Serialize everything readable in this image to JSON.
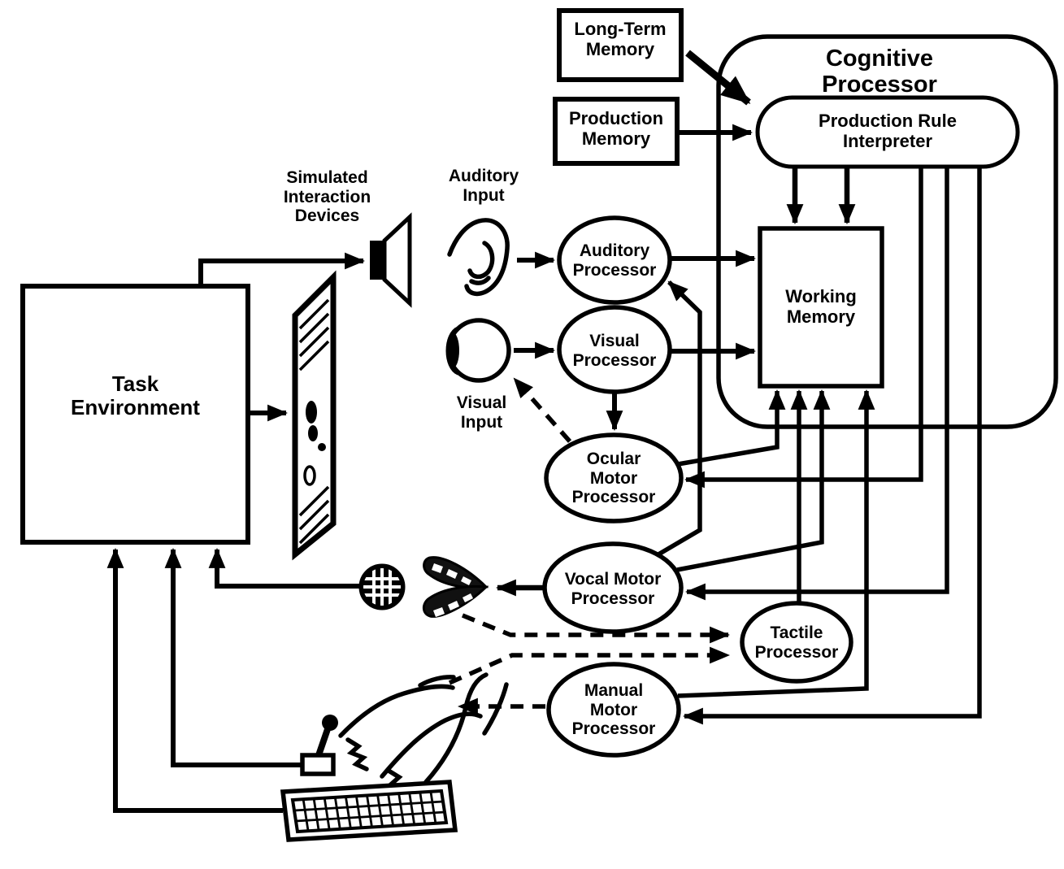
{
  "colors": {
    "ink": "#000000",
    "paper": "#ffffff"
  },
  "nodes": {
    "long_term_memory": {
      "label": "Long-Term\nMemory"
    },
    "production_memory": {
      "label": "Production\nMemory"
    },
    "cognitive_processor": {
      "label": "Cognitive\nProcessor"
    },
    "production_rule_interpreter": {
      "label": "Production Rule\nInterpreter"
    },
    "working_memory": {
      "label": "Working\nMemory"
    },
    "task_environment": {
      "label": "Task\nEnvironment"
    },
    "auditory_processor": {
      "label": "Auditory\nProcessor"
    },
    "visual_processor": {
      "label": "Visual\nProcessor"
    },
    "ocular_motor_processor": {
      "label": "Ocular\nMotor\nProcessor"
    },
    "vocal_motor_processor": {
      "label": "Vocal Motor\nProcessor"
    },
    "tactile_processor": {
      "label": "Tactile\nProcessor"
    },
    "manual_motor_processor": {
      "label": "Manual\nMotor\nProcessor"
    }
  },
  "annotations": {
    "simulated_interaction_devices": "Simulated\nInteraction\nDevices",
    "auditory_input": "Auditory\nInput",
    "visual_input": "Visual\nInput"
  },
  "icons": [
    "speaker-icon",
    "display-icon",
    "ear-icon",
    "eye-icon",
    "microphone-icon",
    "mouth-icon",
    "hand-icon",
    "joystick-icon",
    "keyboard-icon"
  ],
  "edges": [
    "Long-Term Memory -> Production Rule Interpreter",
    "Production Memory -> Production Rule Interpreter",
    "Production Rule Interpreter -> Working Memory (x2)",
    "Auditory Processor -> Working Memory",
    "Visual Processor -> Working Memory",
    "Visual Processor -> Ocular Motor Processor",
    "Ocular Motor Processor -> Working Memory",
    "Vocal Motor Processor -> Working Memory",
    "Tactile Processor -> Working Memory",
    "Manual Motor Processor -> Working Memory",
    "Cognitive Processor -> Ocular Motor Processor",
    "Cognitive Processor -> Vocal Motor Processor",
    "Cognitive Processor -> Manual Motor Processor",
    "Vocal Motor Processor -> Auditory Processor",
    "ear -> Auditory Processor",
    "eye -> Visual Processor",
    "Ocular Motor Processor -> eye (dashed)",
    "Vocal Motor Processor -> mouth",
    "mouth -> Tactile Processor (dashed)",
    "hand -> Tactile Processor (dashed)",
    "Manual Motor Processor -> hand (dashed)",
    "Task Environment -> speaker",
    "Task Environment -> display",
    "microphone -> Task Environment",
    "joystick -> Task Environment",
    "keyboard -> Task Environment"
  ]
}
